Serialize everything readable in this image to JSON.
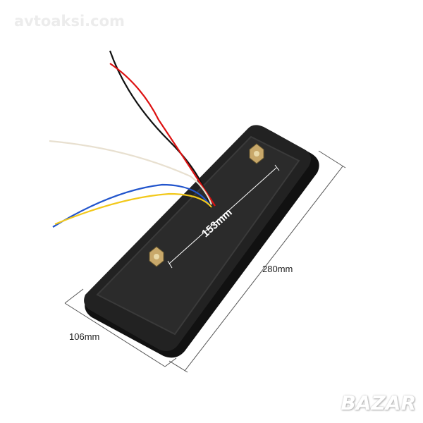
{
  "watermark": "avtoaksi.com",
  "logo": "BAZAR",
  "dimensions": {
    "bolt_spacing": "153mm",
    "length": "280mm",
    "width": "106mm"
  }
}
